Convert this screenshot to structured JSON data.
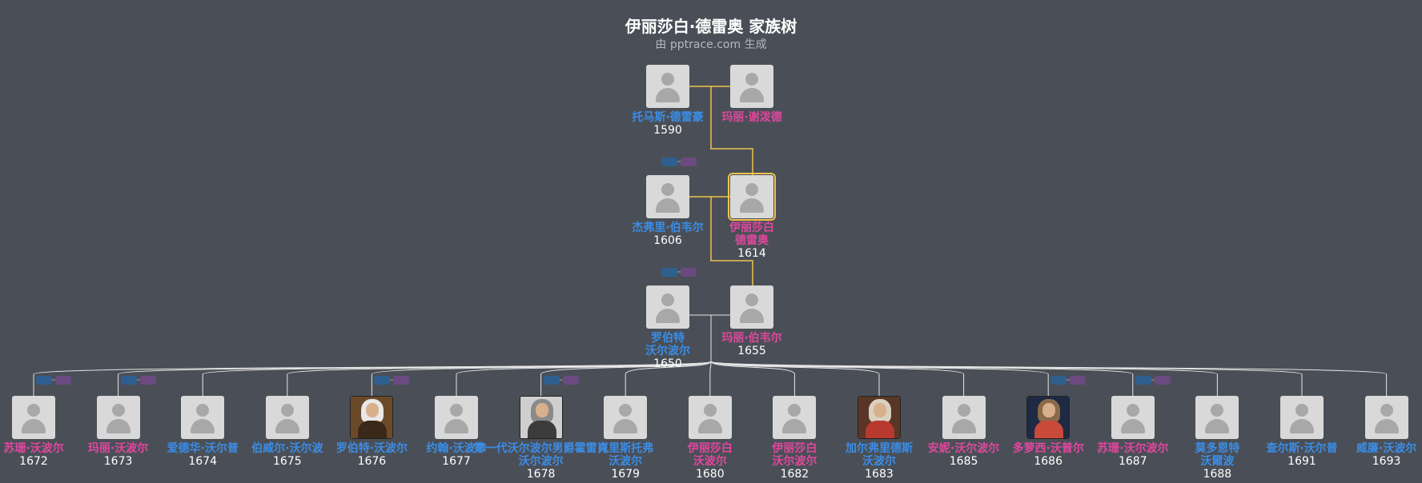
{
  "title": "伊丽莎白·德雷奥 家族树",
  "subtitle": "由 pptrace.com 生成",
  "colors": {
    "background": "#4a4f57",
    "male": "#3b8de6",
    "female": "#e0479e",
    "highlight_line": "#f0c24b",
    "line": "#e6e6e6"
  },
  "generations": [
    {
      "people": [
        {
          "name": "托马斯·德雷豪",
          "year": "1590",
          "gender": "m",
          "photo": false
        },
        {
          "name": "玛丽·谢泼德",
          "year": "",
          "gender": "f",
          "photo": false
        }
      ]
    },
    {
      "people": [
        {
          "name": "杰弗里·伯韦尔",
          "year": "1606",
          "gender": "m",
          "photo": false
        },
        {
          "name": "伊丽莎白\n德雷奥",
          "year": "1614",
          "gender": "f",
          "photo": false,
          "focus": true
        }
      ]
    },
    {
      "people": [
        {
          "name": "罗伯特\n沃尔波尔",
          "year": "1650",
          "gender": "m",
          "photo": false
        },
        {
          "name": "玛丽·伯韦尔",
          "year": "1655",
          "gender": "f",
          "photo": false
        }
      ]
    },
    {
      "people": [
        {
          "name": "苏珊·沃波尔",
          "year": "1672",
          "gender": "f",
          "photo": false
        },
        {
          "name": "玛丽·沃波尔",
          "year": "1673",
          "gender": "f",
          "photo": false
        },
        {
          "name": "爱德华·沃尔普",
          "year": "1674",
          "gender": "m",
          "photo": false
        },
        {
          "name": "伯威尔·沃尔波",
          "year": "1675",
          "gender": "m",
          "photo": false
        },
        {
          "name": "罗伯特·沃波尔",
          "year": "1676",
          "gender": "m",
          "photo": true,
          "photo_colors": [
            "#6b4a2a",
            "#e8e8e8",
            "#3a2818"
          ]
        },
        {
          "name": "约翰·沃波尔",
          "year": "1677",
          "gender": "m",
          "photo": false
        },
        {
          "name": "第一代沃尔波尔男爵霍雷肖",
          "year": "1678",
          "gender": "m",
          "photo": true,
          "photo_colors": [
            "#cfcfcf",
            "#8a8a8a",
            "#3c3c3c"
          ],
          "second_line": "沃尔波尔"
        },
        {
          "name": "克里斯托弗\n沃波尔",
          "year": "1679",
          "gender": "m",
          "photo": false
        },
        {
          "name": "伊丽莎白\n沃波尔",
          "year": "1680",
          "gender": "f",
          "photo": false
        },
        {
          "name": "伊丽莎白\n沃尔波尔",
          "year": "1682",
          "gender": "f",
          "photo": false
        },
        {
          "name": "加尔弗里德斯\n沃波尔",
          "year": "1683",
          "gender": "m",
          "photo": true,
          "photo_colors": [
            "#5a3626",
            "#d9d0c0",
            "#b8392e"
          ]
        },
        {
          "name": "安妮·沃尔波尔",
          "year": "1685",
          "gender": "f",
          "photo": false
        },
        {
          "name": "多萝西·沃普尔",
          "year": "1686",
          "gender": "f",
          "photo": true,
          "photo_colors": [
            "#1e2a44",
            "#8a6a4a",
            "#c94a3a"
          ]
        },
        {
          "name": "苏珊·沃尔波尔",
          "year": "1687",
          "gender": "f",
          "photo": false
        },
        {
          "name": "莫多恩特\n沃爾波",
          "year": "1688",
          "gender": "m",
          "photo": false
        },
        {
          "name": "查尔斯·沃尔普",
          "year": "1691",
          "gender": "m",
          "photo": false
        },
        {
          "name": "威廉·沃波尔",
          "year": "1693",
          "gender": "m",
          "photo": false
        }
      ]
    }
  ]
}
